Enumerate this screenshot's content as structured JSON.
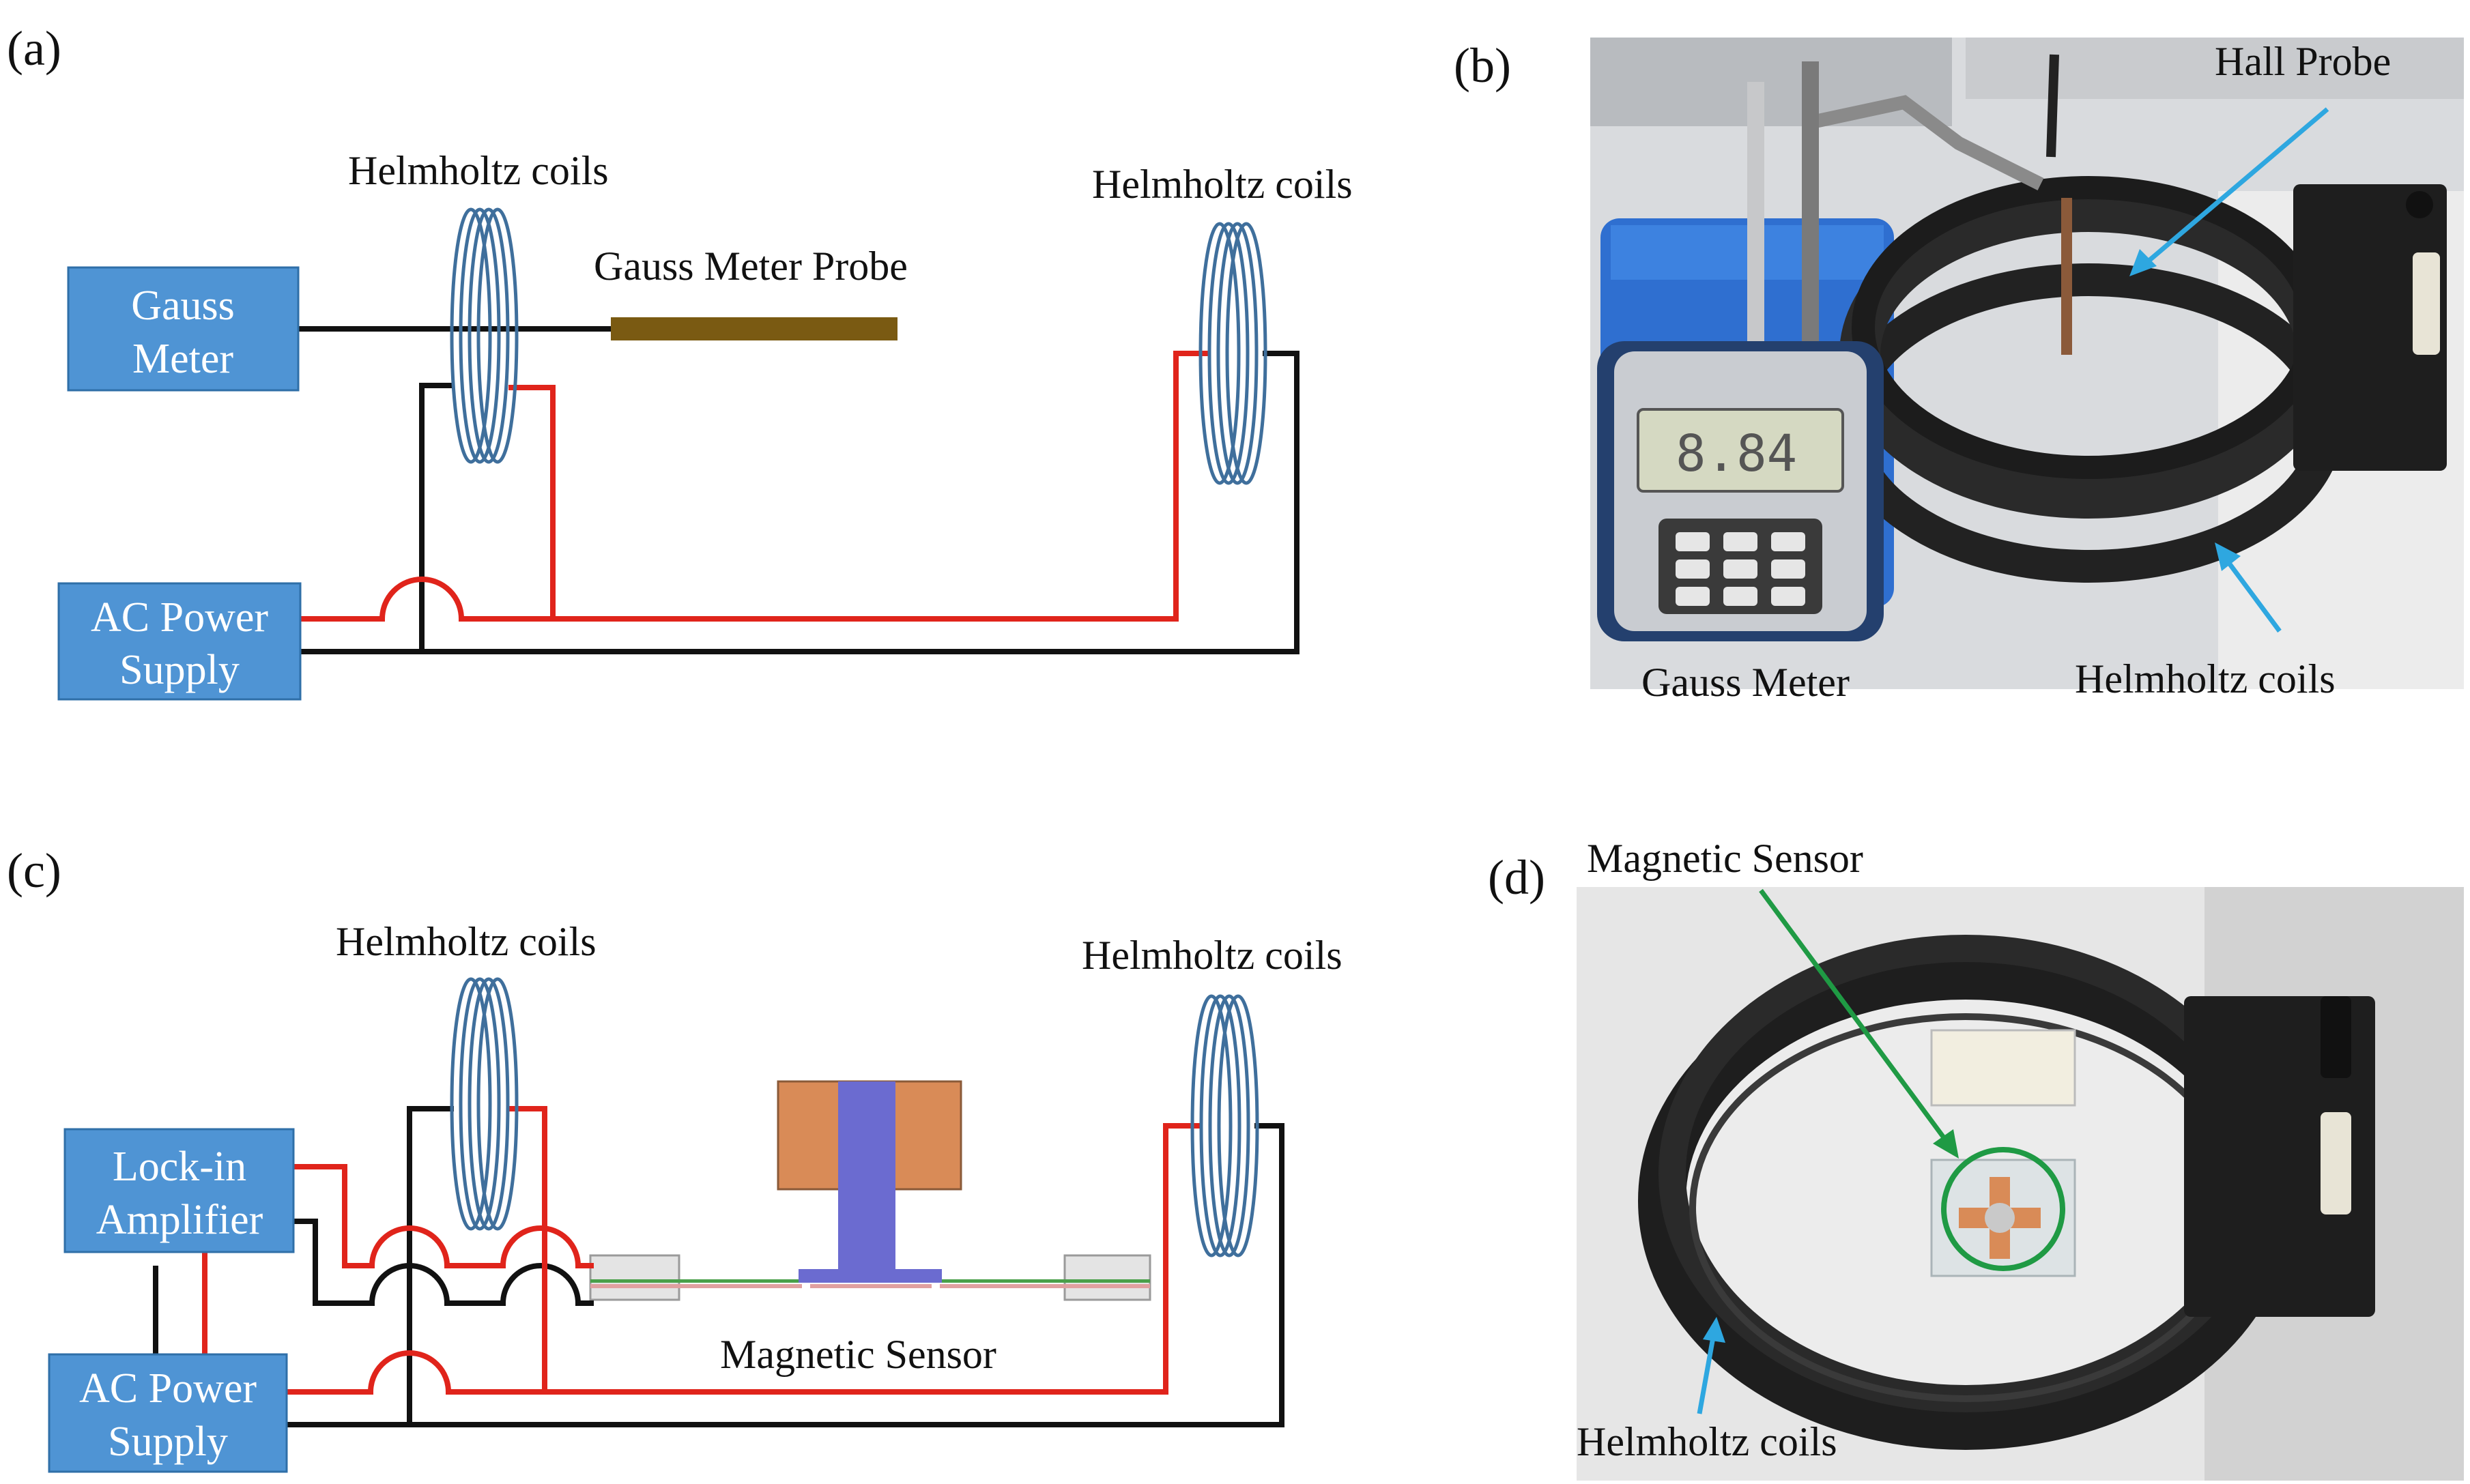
{
  "colors": {
    "box_fill": "#4f94d4",
    "box_stroke": "#2f6fa8",
    "red_wire": "#e0241b",
    "black_wire": "#111111",
    "coil": "#3f6f9c",
    "probe": "#7a5a12",
    "arrow_blue": "#2ea7e0",
    "arrow_green": "#1f9a44",
    "sensor_copper": "#d98b57",
    "sensor_core": "#6b6bd0"
  },
  "panel_a": {
    "panel_label": "(a)",
    "coil_left_label": "Helmholtz coils",
    "coil_right_label": "Helmholtz coils",
    "probe_label": "Gauss Meter Probe",
    "gauss_meter_line1": "Gauss",
    "gauss_meter_line2": "Meter",
    "power_line1": "AC Power",
    "power_line2": "Supply"
  },
  "panel_b": {
    "panel_label": "(b)",
    "hall_probe_label": "Hall Probe",
    "gauss_meter_label": "Gauss Meter",
    "helmholtz_label": "Helmholtz coils"
  },
  "panel_c": {
    "panel_label": "(c)",
    "coil_left_label": "Helmholtz coils",
    "coil_right_label": "Helmholtz coils",
    "lockin_line1": "Lock-in",
    "lockin_line2": "Amplifier",
    "power_line1": "AC Power",
    "power_line2": "Supply",
    "sensor_label": "Magnetic Sensor"
  },
  "panel_d": {
    "panel_label": "(d)",
    "sensor_label": "Magnetic Sensor",
    "helmholtz_label": "Helmholtz coils"
  }
}
